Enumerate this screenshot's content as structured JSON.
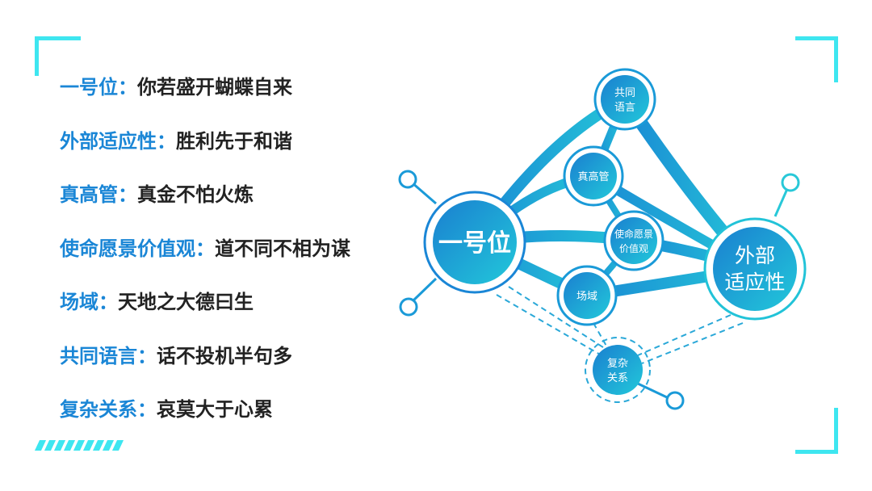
{
  "rows": [
    {
      "key": "一号位：",
      "value": "你若盛开蝴蝶自来"
    },
    {
      "key": "外部适应性：",
      "value": "胜利先于和谐"
    },
    {
      "key": "真高管：",
      "value": "真金不怕火炼"
    },
    {
      "key": "使命愿景价值观：",
      "value": "道不同不相为谋"
    },
    {
      "key": "场域：",
      "value": "天地之大德曰生"
    },
    {
      "key": "共同语言：",
      "value": "话不投机半句多"
    },
    {
      "key": "复杂关系：",
      "value": "哀莫大于心累"
    }
  ],
  "nodes": {
    "leader": "一号位",
    "external_1": "外部",
    "external_2": "适应性",
    "language_1": "共同",
    "language_2": "语言",
    "executives": "真高管",
    "mission_1": "使命愿景",
    "mission_2": "价值观",
    "field": "场域",
    "complex_1": "复杂",
    "complex_2": "关系"
  },
  "colors": {
    "accent": "#1a86d6",
    "cyan": "#3ee6f0",
    "node_dark": "#1a7fd0",
    "node_light": "#22c3d8"
  }
}
